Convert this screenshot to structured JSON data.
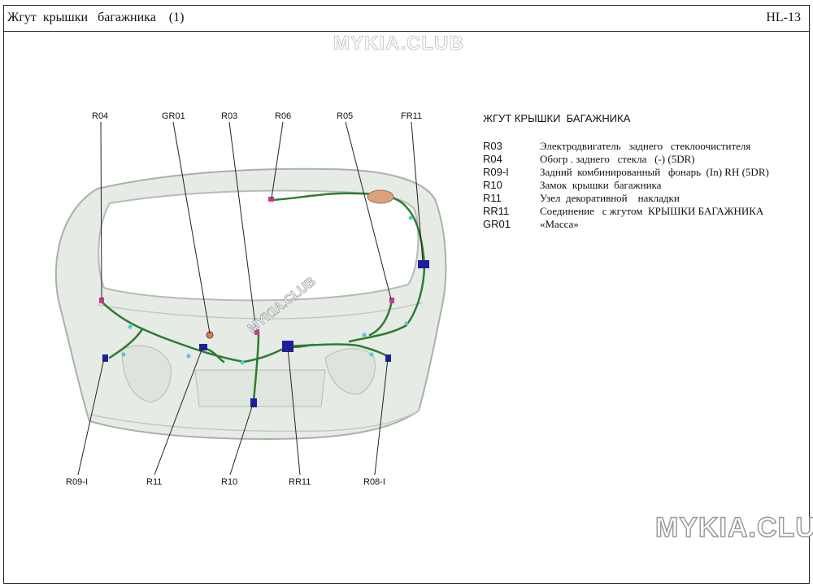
{
  "header": {
    "title": "Жгут  крышки   багажника    (1)",
    "code": "HL-13"
  },
  "watermark": {
    "text": "MYKIA.CLUB"
  },
  "legend": {
    "title": "ЖГУТ КРЫШКИ  БАГАЖНИКА",
    "items": [
      {
        "code": "R03",
        "desc": "Электродвигатель   заднего   стеклоочистителя"
      },
      {
        "code": "R04",
        "desc": "Обогр . заднего   стекла   (-) (5DR)"
      },
      {
        "code": "R09-I",
        "desc": "Задний  комбинированный   фонарь  (In) RH (5DR)"
      },
      {
        "code": "R10",
        "desc": "Замок  крышки  багажника"
      },
      {
        "code": "R11",
        "desc": "Узел  декоративной    накладки"
      },
      {
        "code": "RR11",
        "desc": "Соединение   с жгутом  КРЫШКИ БАГАЖНИКА"
      },
      {
        "code": "GR01",
        "desc": "«Масса»"
      }
    ]
  },
  "diagram": {
    "top_labels": [
      "R04",
      "GR01",
      "R03",
      "R06",
      "R05",
      "FR11"
    ],
    "bottom_labels": [
      "R09-I",
      "R11",
      "R10",
      "RR11",
      "R08-I"
    ]
  },
  "colors": {
    "panel": "#e6ebe6",
    "panel_edge": "#a9b1a9",
    "harness": "#2e7d2e",
    "connector_blue": "#1f1f9e",
    "connector_pink": "#c43c8c",
    "clip_cyan": "#4ec9d6"
  }
}
